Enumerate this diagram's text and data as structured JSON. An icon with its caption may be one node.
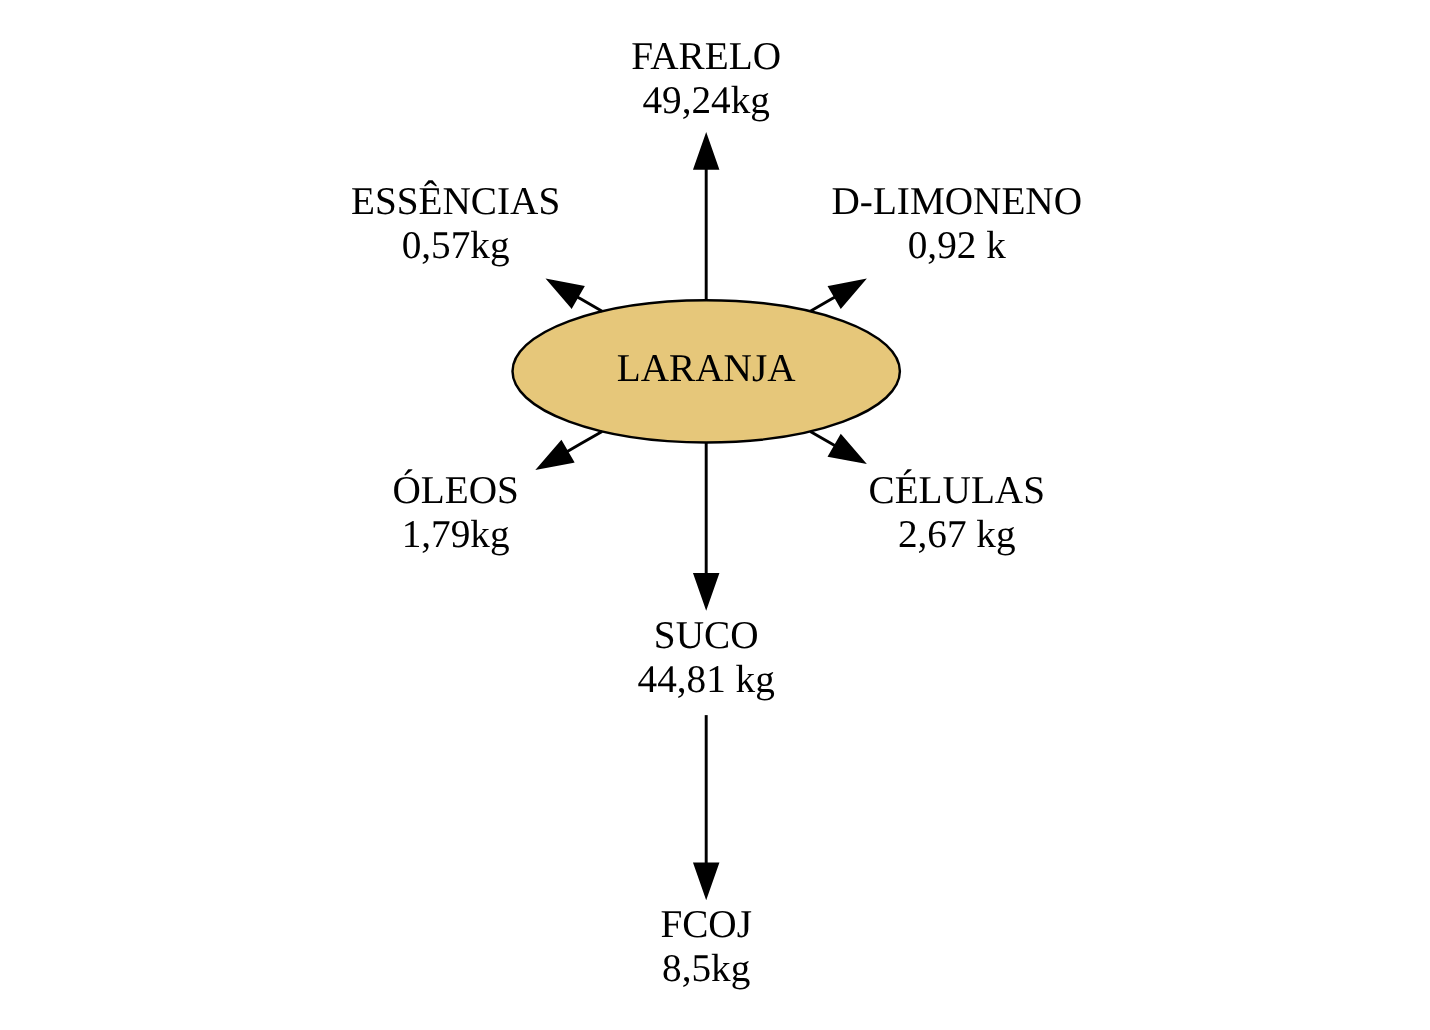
{
  "diagram": {
    "nodes": [
      {
        "text": [
          "D-LIMONENO",
          "0,92 k"
        ]
      },
      {
        "text": [
          "FARELO",
          "49,24kg"
        ]
      },
      {
        "text": [
          "ESSÊNCIAS",
          "0,57kg"
        ]
      },
      {
        "text": [
          "LARANJA"
        ]
      },
      {
        "text": [
          "ÓLEOS",
          "1,79kg"
        ]
      },
      {
        "text": [
          "SUCO",
          "44,81 kg"
        ]
      },
      {
        "text": [
          "CÉLULAS",
          "2,67 kg"
        ]
      },
      {
        "text": [
          "FCOJ",
          "8,5kg"
        ]
      }
    ],
    "edges": [
      {
        "from": 3,
        "to": 0,
        "arrow": "to"
      },
      {
        "from": 3,
        "to": 1,
        "arrow": "to"
      },
      {
        "from": 3,
        "to": 2,
        "arrow": "to"
      },
      {
        "from": 3,
        "to": 4,
        "arrow": "to"
      },
      {
        "from": 3,
        "to": 5,
        "arrow": "to"
      },
      {
        "from": 3,
        "to": 6,
        "arrow": "to"
      },
      {
        "from": 5,
        "to": 7,
        "arrow": "to"
      }
    ]
  }
}
